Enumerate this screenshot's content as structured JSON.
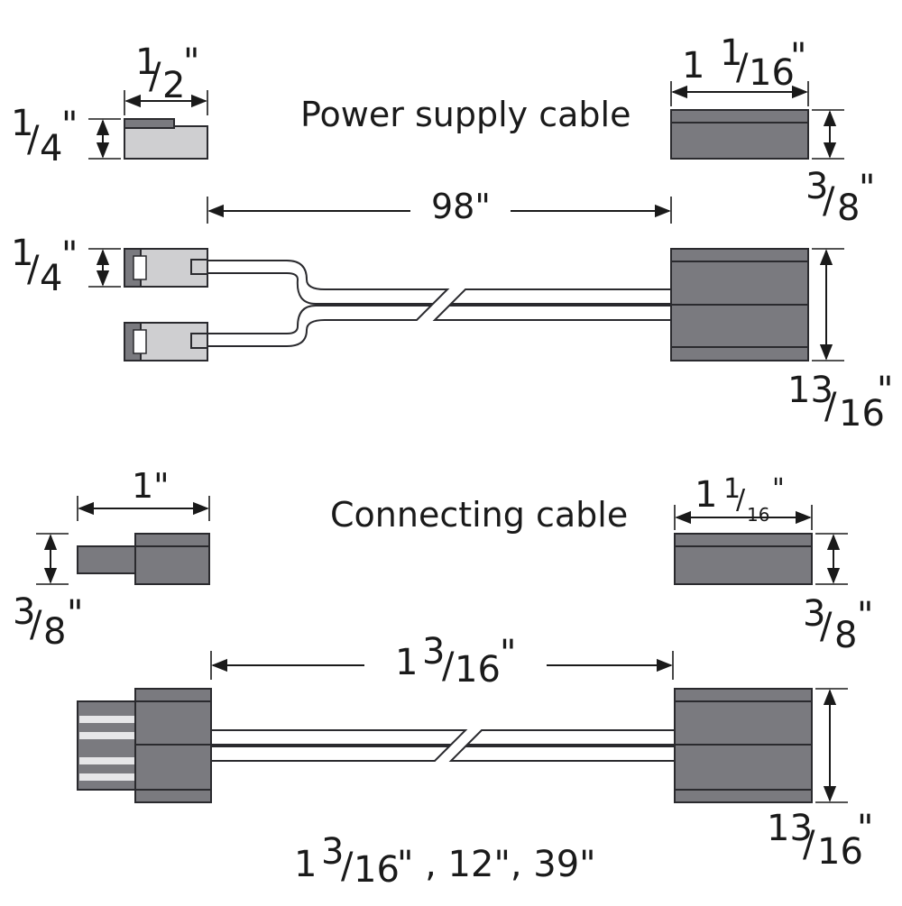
{
  "power_supply": {
    "title": "Power supply cable",
    "dims": {
      "plug_width": {
        "whole": "",
        "num": "1",
        "den": "2",
        "unit": "\""
      },
      "plug_height": {
        "num": "1",
        "den": "4",
        "unit": "\""
      },
      "plug_side_height": {
        "num": "1",
        "den": "4",
        "unit": "\""
      },
      "head_width": {
        "whole": "1",
        "num": "1",
        "den": "16",
        "unit": "\""
      },
      "head_thickness": {
        "num": "3",
        "den": "8",
        "unit": "\""
      },
      "length": "98\"",
      "head_height": {
        "num": "13",
        "den": "16",
        "unit": "\""
      }
    }
  },
  "connecting": {
    "title": "Connecting cable",
    "dims": {
      "plug_width": "1\"",
      "plug_thickness": {
        "num": "3",
        "den": "8",
        "unit": "\""
      },
      "head_width": {
        "whole": "1",
        "num": "1",
        "den": "16",
        "unit": "\""
      },
      "head_thickness": {
        "num": "3",
        "den": "8",
        "unit": "\""
      },
      "length": {
        "whole": "1",
        "num": "3",
        "den": "16",
        "unit": "\""
      },
      "head_height": {
        "num": "13",
        "den": "16",
        "unit": "\""
      }
    },
    "lengths_note": {
      "whole": "1",
      "num": "3",
      "den": "16",
      "rest": "\" , 12\", 39\""
    }
  },
  "colors": {
    "dark": "#7a7a7f",
    "light": "#cfcfd1",
    "line": "#1a1a1a"
  }
}
